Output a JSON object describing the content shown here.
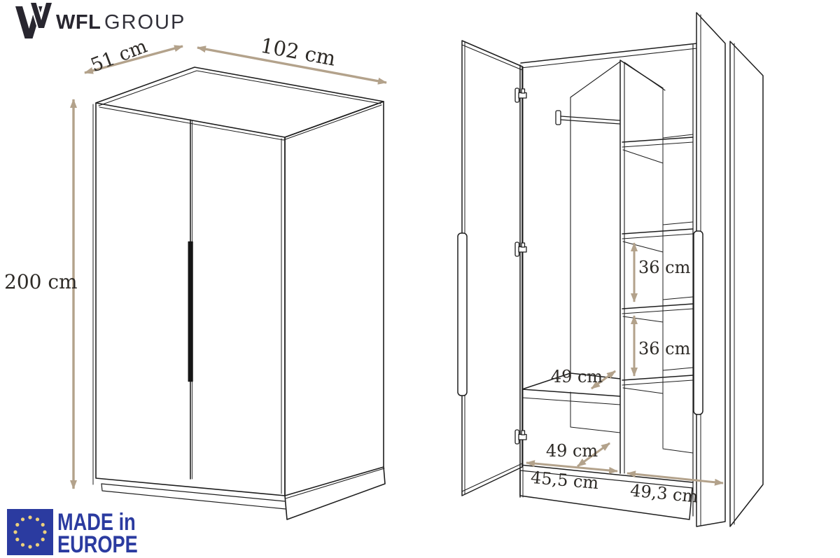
{
  "brand": {
    "name_bold": "WFL",
    "name_light": "GROUP"
  },
  "badge": {
    "line1": "MADE in",
    "line2": "EUROPE"
  },
  "closed_view": {
    "height": "200 cm",
    "depth": "51 cm",
    "width": "102 cm"
  },
  "open_view": {
    "compartment_height_upper": "36 cm",
    "compartment_height_lower": "36 cm",
    "shelf_depth": "49 cm",
    "floor_depth": "49 cm",
    "left_compartment_width": "45,5 cm",
    "right_compartment_width": "49,3 cm"
  },
  "colors": {
    "arrow": "#b3a28b",
    "line": "#1e1e1e",
    "label_text": "#2d2a26",
    "logo": "#28262f",
    "badge_blue": "#2b3ba0",
    "star_gold": "#ecd07c",
    "handle_black": "#151515"
  }
}
